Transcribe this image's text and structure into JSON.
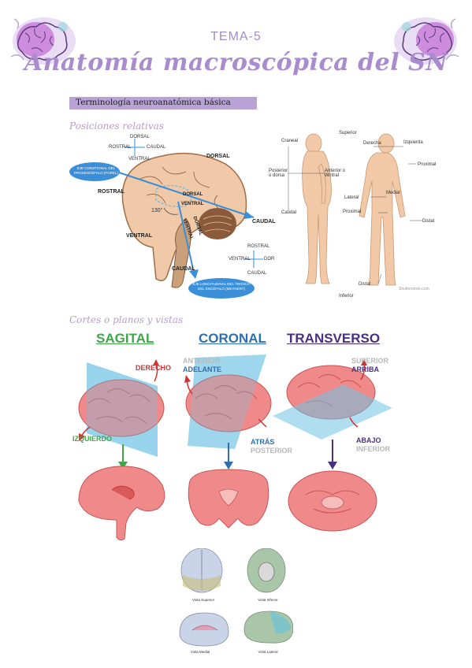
{
  "header": {
    "tema": "TEMA-5",
    "title": "Anatomía macroscópica del SN",
    "banner": "Terminología neuroanatómica básica"
  },
  "section1": {
    "title": "Posiciones relativas",
    "brain_diagram": {
      "dorsal_top": "DORSAL",
      "rostral": "ROSTRAL",
      "ventral": "VENTRAL",
      "caudal_right": "CAUDAL",
      "caudal_bottom": "CAUDAL",
      "rostral_small": "ROSTRAL",
      "caudal_small": "CAUDAL",
      "dorsal_small": "DORSAL",
      "ventral_small": "VENTRAL",
      "dorsal_inner": "DORSAL",
      "ventral_inner": "VENTRAL",
      "dorsal_stem": "DORSAL",
      "ventral_stem": "VENTRAL",
      "angle": "130°",
      "compass2_rostral": "ROSTRAL",
      "compass2_ventral": "VENTRAL",
      "compass2_dor": "DOR",
      "compass2_caudal": "CAUDAL",
      "axis1": [
        "EJE CONSTIONAL DEL",
        "PROSENCÉFALO (FOREL)"
      ],
      "axis2": [
        "EJE LONGITUDINAL DEL TRONCO",
        "DEL ENCÉFALO (MEYNERT)"
      ]
    },
    "body_diagram": {
      "craneal": "Craneal",
      "posterior": [
        "Posterior",
        "o dorsa"
      ],
      "anterior": [
        "Anterior o",
        "ventral"
      ],
      "caudal": "Caudal",
      "superior": "Superior",
      "derecha": "Derecha",
      "izquierda": "Izquierda",
      "proximal_r": "Proximal",
      "medial": "Medial",
      "lateral": "Lateral",
      "proximal_l": "Proximal",
      "distal_r": "Distal",
      "distal_l": "Distal",
      "inferior": "Inferior",
      "watermark": "Shutterstock.com"
    }
  },
  "section2": {
    "title": "Cortes o planos y vistas",
    "planes": [
      {
        "name": "SAGITAL",
        "color": "#3fa64a"
      },
      {
        "name": "CORONAL",
        "color": "#2f6fb0"
      },
      {
        "name": "TRANSVERSO",
        "color": "#4a2f80"
      }
    ],
    "sagital": {
      "derecho": "DERECHO",
      "izquierdo": "IZQUIERDO"
    },
    "coronal": {
      "anterior": "ANTERIOR",
      "adelante": "ADELANTE",
      "atras": "ATRÁS",
      "posterior": "POSTERIOR"
    },
    "transverso": {
      "superior": "SUPERIOR",
      "arriba": "ARRIBA",
      "abajo": "ABAJO",
      "inferior": "INFERIOR"
    },
    "views": [
      "Vista Superior",
      "Vista Inferior",
      "Vista Medial",
      "Vista Lateral"
    ]
  },
  "colors": {
    "accent_purple": "#a98ccd",
    "banner": "#b9a3d6",
    "brain_pink": "#f08a8a",
    "plane_blue": "#6fc3e6",
    "axis_blue": "#3a8fd8"
  }
}
